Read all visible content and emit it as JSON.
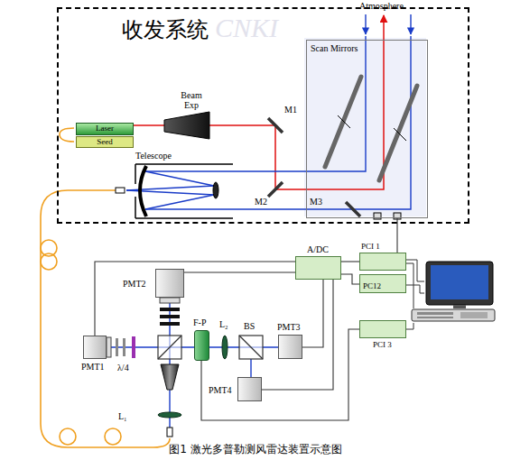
{
  "diagram": {
    "caption": "图1 激光多普勒测风雷达装置示意图",
    "nodes": [
      {
        "text": [
          "收发系统"
        ]
      },
      {
        "text": [
          "Laser"
        ],
        "in": 0
      },
      {
        "text": [
          "Seed"
        ],
        "in": 0
      },
      {
        "text": [
          "Scan Mirrors"
        ],
        "in": 0
      },
      {
        "text": [
          "A/DC"
        ]
      },
      {
        "text": [
          "PCI 1"
        ]
      },
      {
        "text": [
          "PC12"
        ]
      },
      {
        "text": [
          "PCI 3"
        ]
      },
      {
        "text": [
          "PMT2"
        ]
      },
      {
        "text": [
          "PMT1"
        ]
      },
      {
        "text": [
          "F-P"
        ]
      },
      {
        "text": [
          "PMT3"
        ]
      },
      {
        "text": [
          "PMT4"
        ]
      }
    ],
    "edges": [
      {
        "from": 3,
        "to": 5,
        "arrow": "none"
      },
      {
        "from": 8,
        "to": 4,
        "arrow": "none"
      },
      {
        "from": 9,
        "to": 4,
        "arrow": "none"
      },
      {
        "from": 11,
        "to": 4,
        "arrow": "none"
      },
      {
        "from": 12,
        "to": 4,
        "arrow": "none"
      },
      {
        "from": 4,
        "to": 5,
        "arrow": "none"
      },
      {
        "from": 10,
        "to": 7,
        "arrow": "none"
      },
      {
        "from": 4,
        "to": 6,
        "arrow": "none"
      }
    ],
    "labels": [
      "Atmosphere",
      "Beam Exp",
      "M1",
      "Telescope",
      "M2",
      "M3",
      "CNKI",
      "λ/4",
      "L₂",
      "BS",
      "L₁"
    ]
  }
}
